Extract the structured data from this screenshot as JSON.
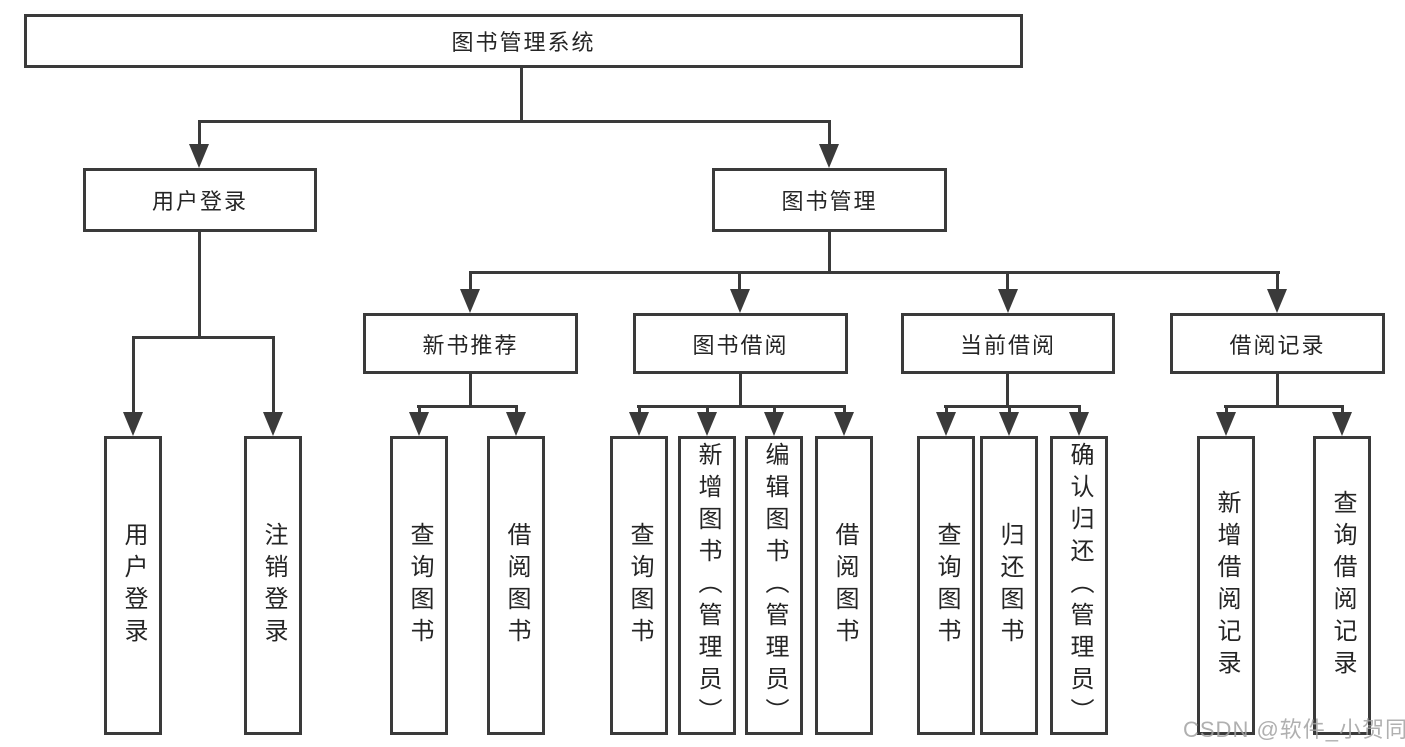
{
  "colors": {
    "line": "#3a3a3a",
    "text": "#252525",
    "box_fill": "#ffffff",
    "watermark": "#a3a3a3",
    "background": "#ffffff"
  },
  "watermark": {
    "text": "CSDN @软件_小贺同学"
  },
  "tree": {
    "root": {
      "label": "图书管理系统",
      "children": [
        {
          "label": "用户登录",
          "children": [
            {
              "label": "用户登录"
            },
            {
              "label": "注销登录"
            }
          ]
        },
        {
          "label": "图书管理",
          "children": [
            {
              "label": "新书推荐",
              "children": [
                {
                  "label": "查询图书"
                },
                {
                  "label": "借阅图书"
                }
              ]
            },
            {
              "label": "图书借阅",
              "children": [
                {
                  "label": "查询图书"
                },
                {
                  "label": "新增图书（管理员）"
                },
                {
                  "label": "编辑图书（管理员）"
                },
                {
                  "label": "借阅图书"
                }
              ]
            },
            {
              "label": "当前借阅",
              "children": [
                {
                  "label": "查询图书"
                },
                {
                  "label": "归还图书"
                },
                {
                  "label": "确认归还（管理员）"
                }
              ]
            },
            {
              "label": "借阅记录",
              "children": [
                {
                  "label": "新增借阅记录"
                },
                {
                  "label": "查询借阅记录"
                }
              ]
            }
          ]
        }
      ]
    }
  }
}
